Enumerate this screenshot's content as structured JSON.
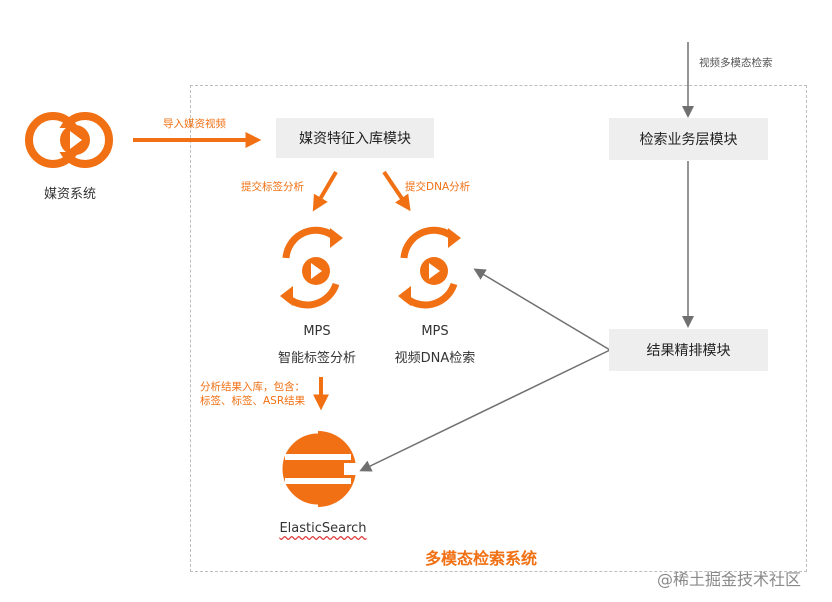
{
  "nodes": {
    "media_system": "媒资系统",
    "ingest_module": "媒资特征入库模块",
    "search_service": "检索业务层模块",
    "rerank_module": "结果精排模块",
    "mps_label_title": "MPS",
    "mps_label_sub": "智能标签分析",
    "mps_dna_title": "MPS",
    "mps_dna_sub": "视频DNA检索",
    "elasticsearch": "ElasticSearch"
  },
  "edges": {
    "import_video": "导入媒资视频",
    "submit_label": "提交标签分析",
    "submit_dna": "提交DNA分析",
    "results_line1": "分析结果入库，包含：",
    "results_line2": "标签、标签、ASR结果",
    "video_query": "视频多模态检索"
  },
  "system_title": "多模态检索系统",
  "watermark": "@稀土掘金技术社区",
  "colors": {
    "accent": "#f07013",
    "arrow_gray": "#707070",
    "box_bg": "#eeeeee"
  }
}
